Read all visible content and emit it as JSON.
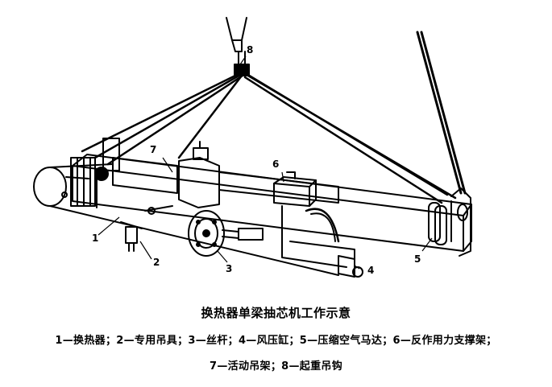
{
  "diagram": {
    "callouts": [
      "1",
      "2",
      "3",
      "4",
      "5",
      "6",
      "7",
      "8"
    ],
    "caption": "换热器单梁抽芯机工作示意",
    "legend_line_1": "1—换热器；2—专用吊具；3—丝杆；4—风压缸；5—压缩空气马达；6—反作用力支撑架；",
    "legend_line_2": "7—活动吊架；8—起重吊钩"
  },
  "colors": {
    "ink": "#000000",
    "paper": "#ffffff"
  }
}
